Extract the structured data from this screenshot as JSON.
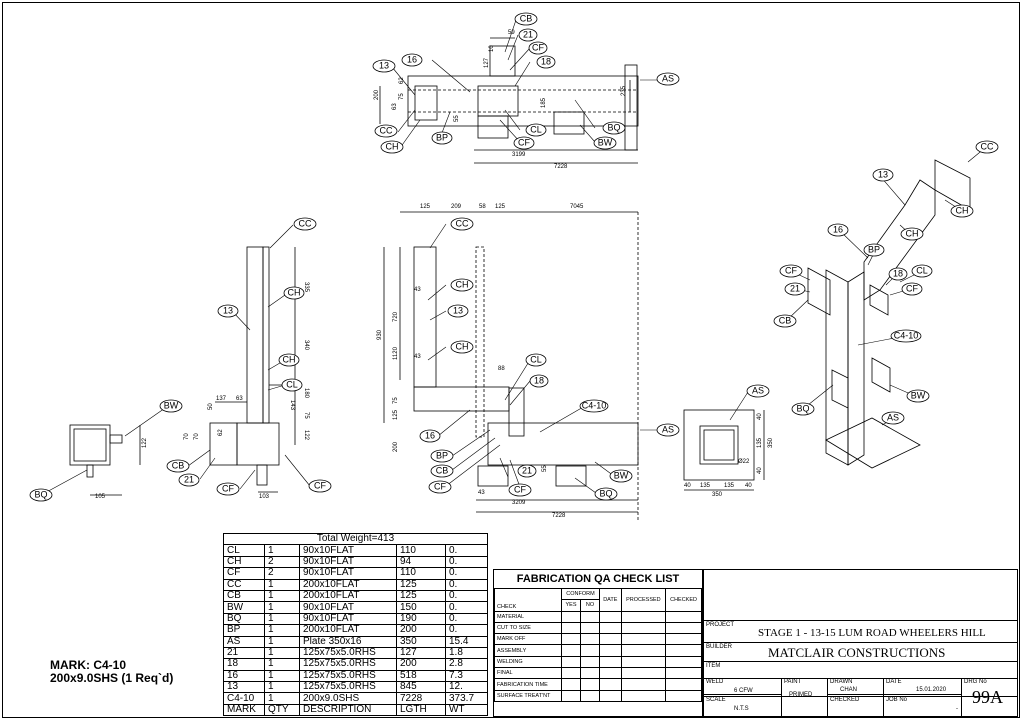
{
  "bubbles": {
    "cb": "CB",
    "b21": "21",
    "cf": "CF",
    "b18": "18",
    "b16": "16",
    "b13": "13",
    "as": "AS",
    "cc": "CC",
    "ch": "CH",
    "bp": "BP",
    "cl": "CL",
    "bq": "BQ",
    "bw": "BW",
    "c410": "C4-10"
  },
  "dims": {
    "top_59": "59",
    "top_127": "127",
    "top_10": "10",
    "top_200": "200",
    "top_63": "63",
    "top_75": "75",
    "top_62": "62",
    "top_55": "55",
    "top_185": "185",
    "top_235": "235",
    "top_3199": "3199",
    "top_7228": "7228",
    "top_43": "43",
    "side_335": "335",
    "side_340": "340",
    "side_180": "180",
    "side_143": "143",
    "side_75": "75",
    "side_122": "122",
    "side_137": "137",
    "side_63": "63",
    "side_50": "50",
    "side_62": "62",
    "side_70a": "70",
    "side_70b": "70",
    "side_103": "103",
    "side_105": "105",
    "side_122b": "122",
    "el_125": "125",
    "el_209": "209",
    "el_58": "58",
    "el_125b": "125",
    "el_7045": "7045",
    "el_930": "930",
    "el_720": "720",
    "el_1120": "1120",
    "el_43a": "43",
    "el_43b": "43",
    "el_75": "75",
    "el_125c": "125",
    "el_200": "200",
    "el_88": "88",
    "el_3209": "3209",
    "el_7228": "7228",
    "el_55": "55",
    "el_43c": "43",
    "pl_40a": "40",
    "pl_135a": "135",
    "pl_135b": "135",
    "pl_40b": "40",
    "pl_350a": "350",
    "pl_350b": "350",
    "pl_d22": "Ø22",
    "pl_40c": "40",
    "pl_135c": "135",
    "pl_40d": "40"
  },
  "bom": {
    "total": "Total Weight=413",
    "rows": [
      [
        "CL",
        "1",
        "90x10FLAT",
        "110",
        "0."
      ],
      [
        "CH",
        "2",
        "90x10FLAT",
        "94",
        "0."
      ],
      [
        "CF",
        "2",
        "90x10FLAT",
        "110",
        "0."
      ],
      [
        "CC",
        "1",
        "200x10FLAT",
        "125",
        "0."
      ],
      [
        "CB",
        "1",
        "200x10FLAT",
        "125",
        "0."
      ],
      [
        "BW",
        "1",
        "90x10FLAT",
        "150",
        "0."
      ],
      [
        "BQ",
        "1",
        "90x10FLAT",
        "190",
        "0."
      ],
      [
        "BP",
        "1",
        "200x10FLAT",
        "200",
        "0."
      ],
      [
        "AS",
        "1",
        "Plate 350x16",
        "350",
        "15.4"
      ],
      [
        "21",
        "1",
        "125x75x5.0RHS",
        "127",
        "1.8"
      ],
      [
        "18",
        "1",
        "125x75x5.0RHS",
        "200",
        "2.8"
      ],
      [
        "16",
        "1",
        "125x75x5.0RHS",
        "518",
        "7.3"
      ],
      [
        "13",
        "1",
        "125x75x5.0RHS",
        "845",
        "12."
      ],
      [
        "C4-10",
        "1",
        "200x9.0SHS",
        "7228",
        "373.7"
      ]
    ],
    "header": [
      "MARK",
      "QTY",
      "DESCRIPTION",
      "LGTH",
      "WT"
    ]
  },
  "mark": {
    "line1": "MARK: C4-10",
    "line2": "200x9.0SHS (1 Req`d)"
  },
  "qa": {
    "title": "FABRICATION QA CHECK LIST",
    "conform": "CONFORM",
    "yes": "YES",
    "no": "NO",
    "date": "DATE",
    "processed": "PROCESSED",
    "checked": "CHECKED",
    "rows": [
      "CHECK",
      "MATERIAL",
      "CUT TO SIZE",
      "MARK OFF",
      "ASSEMBLY",
      "WELDING",
      "FINAL",
      "FABRICATION TIME",
      "SURFACE TREAT'NT"
    ]
  },
  "title_block": {
    "project_label": "PROJECT",
    "project": "STAGE 1 - 13-15 LUM ROAD WHEELERS HILL",
    "builder_label": "BUILDER",
    "builder": "MATCLAIR CONSTRUCTIONS",
    "item_label": "ITEM",
    "weld_label": "WELD",
    "weld": "6 CFW",
    "paint_label": "PAINT",
    "paint": "PRIMED",
    "drawn_label": "DRAWN",
    "drawn": "CHAN",
    "date_label": "DATE",
    "date": "15.01.2020",
    "drg_label": "DRG No",
    "drg": "99A",
    "scale_label": "SCALE",
    "scale": "N.T.S",
    "checked_label": "CHECKED",
    "job_label": "JOB No",
    "job": "-"
  }
}
